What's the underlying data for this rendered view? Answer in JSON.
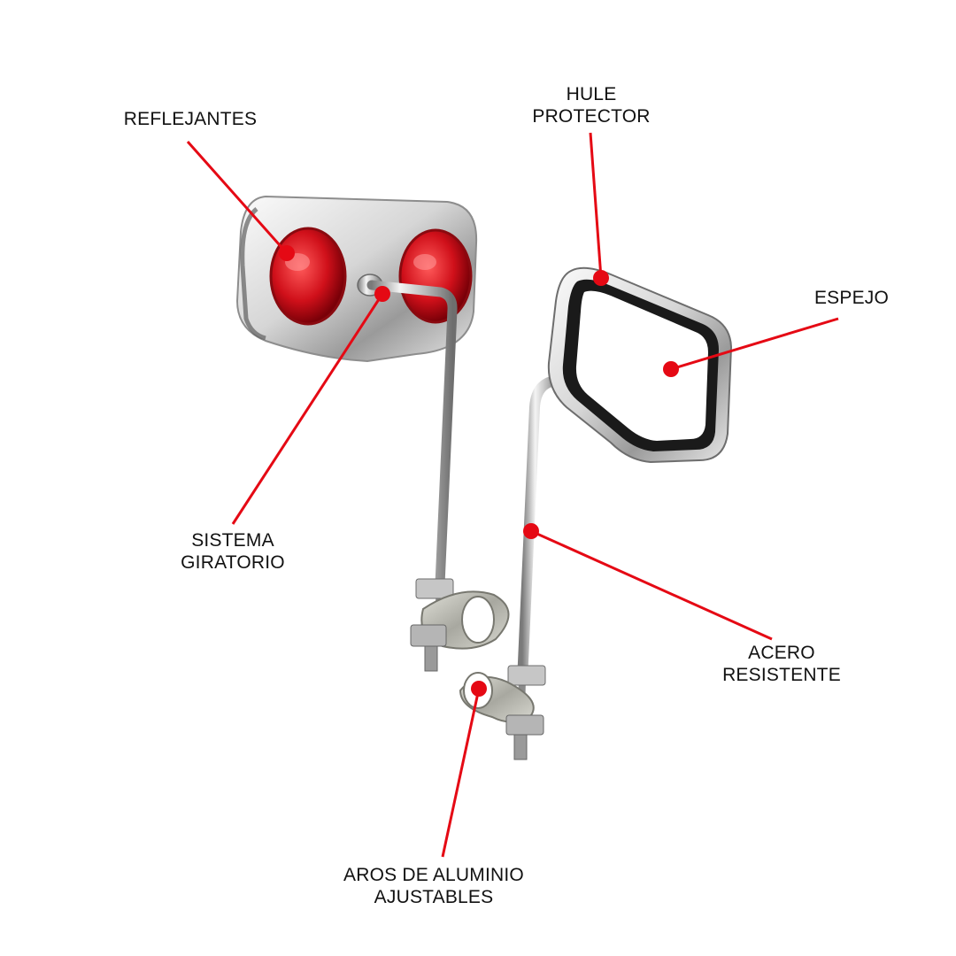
{
  "labels": {
    "reflejantes": [
      "REFLEJANTES"
    ],
    "hule_protector": [
      "HULE",
      "PROTECTOR"
    ],
    "espejo": [
      "ESPEJO"
    ],
    "sistema_giratorio": [
      "SISTEMA",
      "GIRATORIO"
    ],
    "acero_resistente": [
      "ACERO",
      "RESISTENTE"
    ],
    "aros": [
      "AROS DE ALUMINIO",
      "AJUSTABLES"
    ]
  },
  "colors": {
    "callout": "#e50914",
    "chrome_light": "#f2f2f2",
    "chrome_dark": "#8a8a8a",
    "reflector_red": "#d0101a",
    "rubber": "#1a1a1a",
    "text": "#111111"
  }
}
